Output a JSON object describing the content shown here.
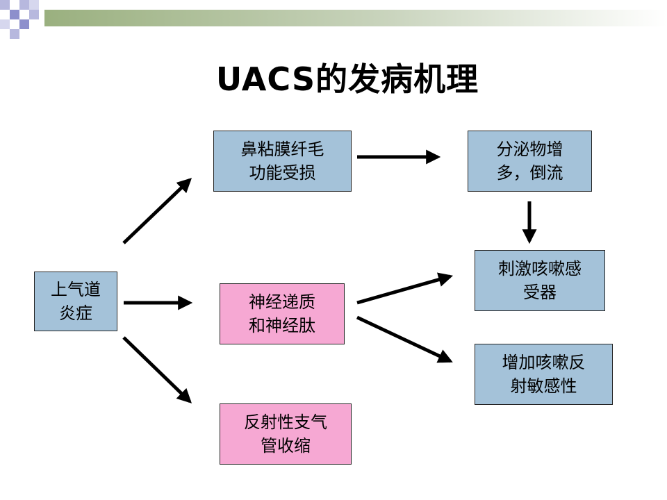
{
  "slide": {
    "title": "UACS的发病机理"
  },
  "diagram": {
    "nodes": {
      "inflammation": "上气道\n炎症",
      "mucosa": "鼻粘膜纤毛\n功能受损",
      "secretion": "分泌物增\n多，倒流",
      "neuro": "神经递质\n和神经肽",
      "receptor": "刺激咳嗽感\n受器",
      "sensitivity": "增加咳嗽反\n射敏感性",
      "bronch": "反射性支气\n管收缩"
    },
    "colors": {
      "blue_box": "#a4c2d9",
      "pink_box": "#f6a8d3",
      "arrow": "#000000"
    }
  }
}
